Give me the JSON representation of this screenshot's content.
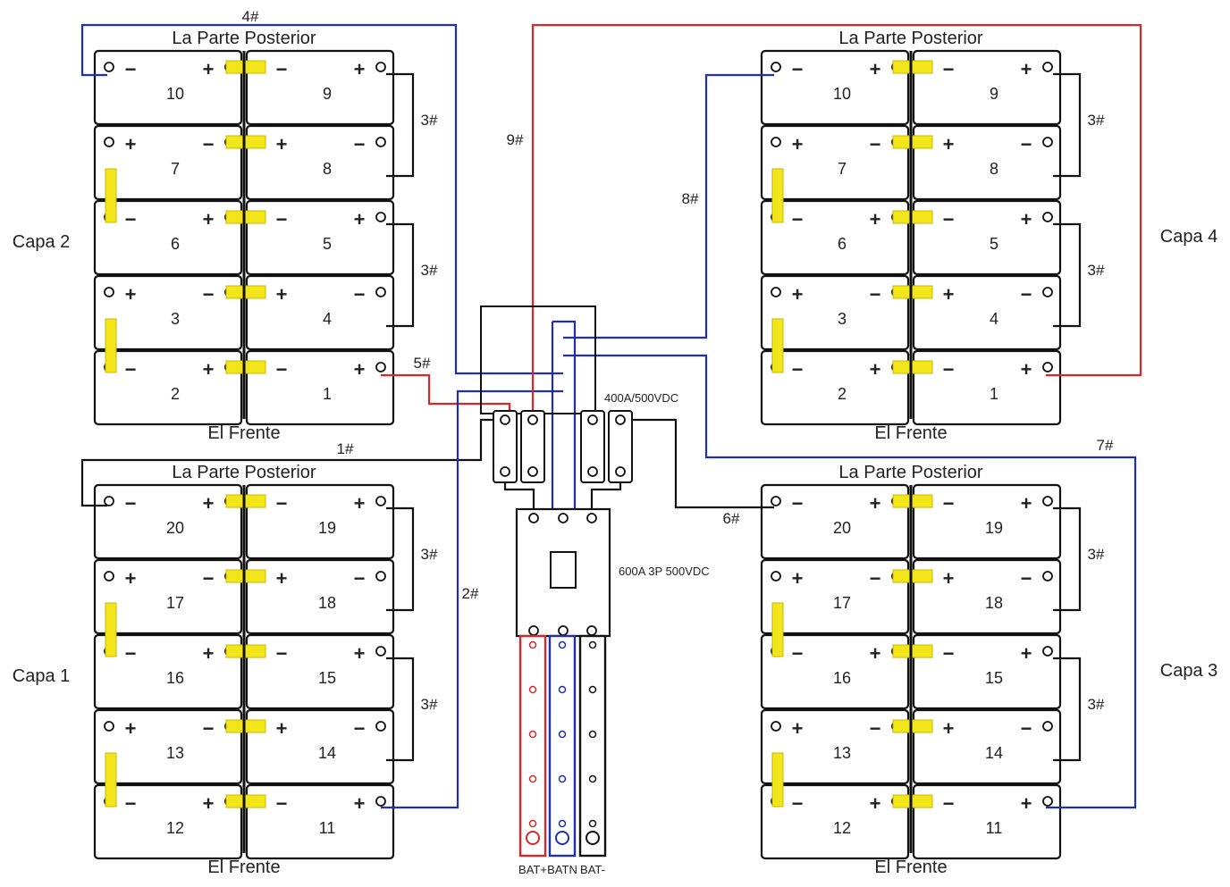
{
  "colors": {
    "positive": "#d62828",
    "neutral": "#1f2fb0",
    "negative": "#111111",
    "link": "#f2e61a"
  },
  "banks": [
    {
      "name": "Capa 2",
      "back": "La Parte Posterior",
      "front": "El Frente",
      "rows": [
        [
          "10",
          "9"
        ],
        [
          "7",
          "8"
        ],
        [
          "6",
          "5"
        ],
        [
          "3",
          "4"
        ],
        [
          "2",
          "1"
        ]
      ]
    },
    {
      "name": "Capa 4",
      "back": "La Parte Posterior",
      "front": "El Frente",
      "rows": [
        [
          "10",
          "9"
        ],
        [
          "7",
          "8"
        ],
        [
          "6",
          "5"
        ],
        [
          "3",
          "4"
        ],
        [
          "2",
          "1"
        ]
      ]
    },
    {
      "name": "Capa 1",
      "back": "La Parte Posterior",
      "front": "El Frente",
      "rows": [
        [
          "20",
          "19"
        ],
        [
          "17",
          "18"
        ],
        [
          "16",
          "15"
        ],
        [
          "13",
          "14"
        ],
        [
          "12",
          "11"
        ]
      ]
    },
    {
      "name": "Capa 3",
      "back": "La Parte Posterior",
      "front": "El Frente",
      "rows": [
        [
          "20",
          "19"
        ],
        [
          "17",
          "18"
        ],
        [
          "16",
          "15"
        ],
        [
          "13",
          "14"
        ],
        [
          "12",
          "11"
        ]
      ]
    }
  ],
  "link_label": "3#",
  "wires": [
    "1#",
    "2#",
    "4#",
    "5#",
    "6#",
    "7#",
    "8#",
    "9#"
  ],
  "fuse_rating": "400A/500VDC",
  "breaker_rating": "600A 3P 500VDC",
  "busbars": [
    "BAT+",
    "BATN",
    "BAT-"
  ]
}
